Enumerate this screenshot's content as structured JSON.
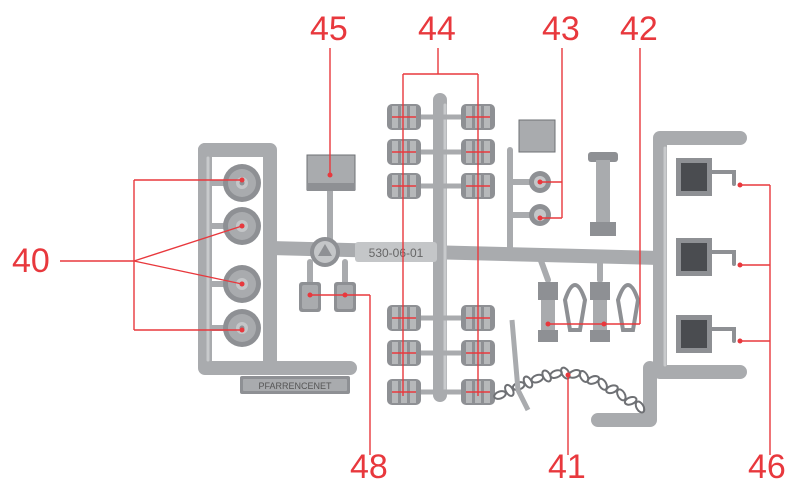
{
  "diagram": {
    "callouts": [
      {
        "id": "40",
        "label": "40"
      },
      {
        "id": "41",
        "label": "41"
      },
      {
        "id": "42",
        "label": "42"
      },
      {
        "id": "43",
        "label": "43"
      },
      {
        "id": "44",
        "label": "44"
      },
      {
        "id": "45",
        "label": "45"
      },
      {
        "id": "46",
        "label": "46"
      },
      {
        "id": "48",
        "label": "48"
      }
    ],
    "sprue_code": "530-06-01",
    "nameplate_text": "PFARRENCENET",
    "colors": {
      "callout": "#e8383d",
      "plastic": "#a9abae",
      "background": "#ffffff"
    }
  }
}
